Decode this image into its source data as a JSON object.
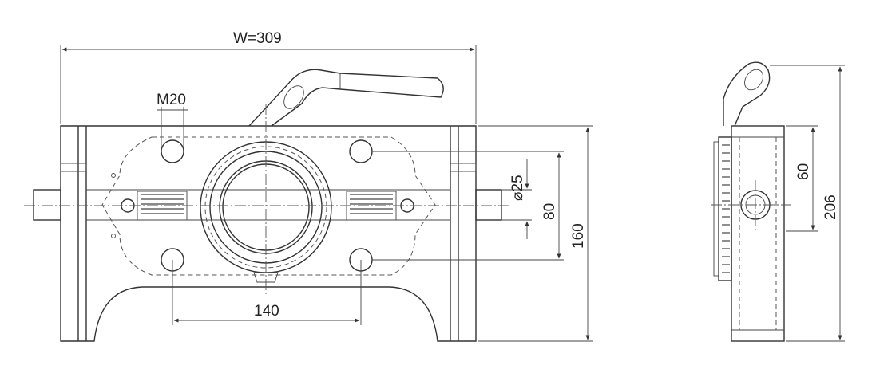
{
  "dimensions": {
    "width_label": "W=309",
    "thread_label": "M20",
    "bore_label": "⌀25",
    "hole_spacing_v_label": "80",
    "body_height_label": "160",
    "hole_spacing_h_label": "140",
    "side_inner_label": "60",
    "side_total_label": "206"
  }
}
